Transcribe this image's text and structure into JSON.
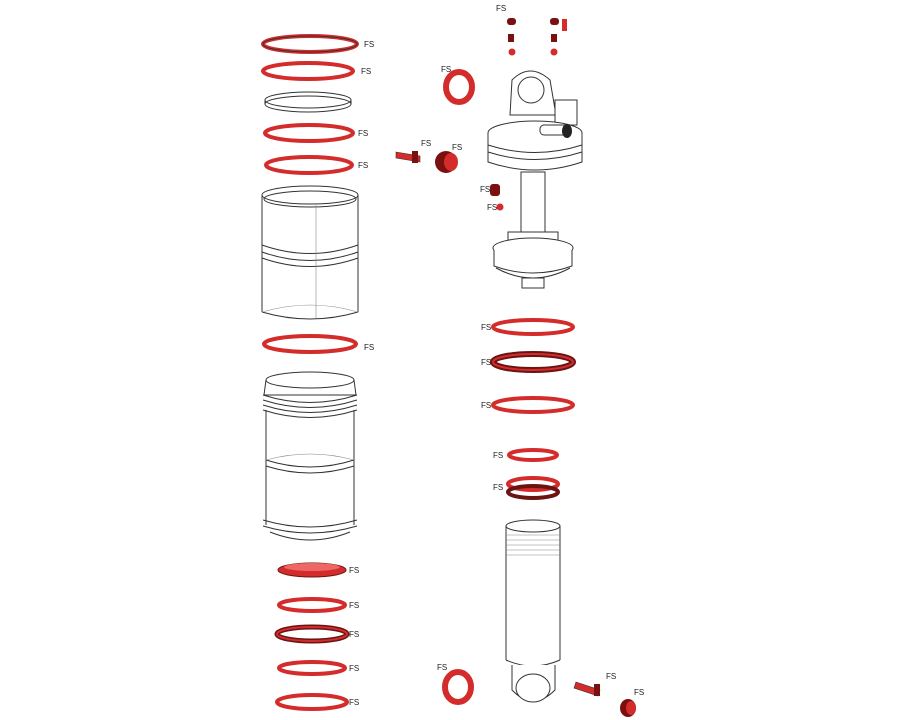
{
  "diagram": {
    "title": "Rear shock exploded view",
    "part_label": "FS",
    "labels": [
      "FS",
      "FS",
      "FS",
      "FS",
      "FS",
      "FS",
      "FS",
      "FS",
      "FS",
      "FS",
      "FS",
      "FS",
      "FS",
      "FS",
      "FS",
      "FS",
      "FS",
      "FS",
      "FS",
      "FS",
      "FS",
      "FS",
      "FS",
      "FS"
    ],
    "colors": {
      "seal_red": "#d42b2b",
      "seal_dark": "#6b1414",
      "outline": "#333333"
    }
  }
}
